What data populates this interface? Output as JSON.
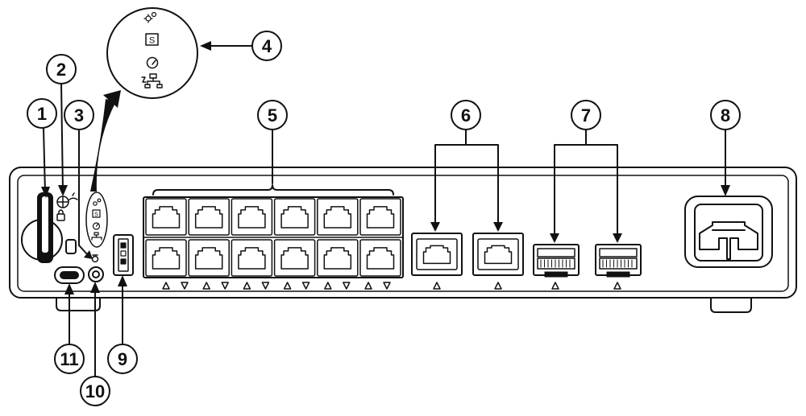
{
  "callouts": [
    {
      "id": 1,
      "label": "1"
    },
    {
      "id": 2,
      "label": "2"
    },
    {
      "id": 3,
      "label": "3"
    },
    {
      "id": 4,
      "label": "4"
    },
    {
      "id": 5,
      "label": "5"
    },
    {
      "id": 6,
      "label": "6"
    },
    {
      "id": 7,
      "label": "7"
    },
    {
      "id": 8,
      "label": "8"
    },
    {
      "id": 9,
      "label": "9"
    },
    {
      "id": 10,
      "label": "10"
    },
    {
      "id": 11,
      "label": "11"
    }
  ],
  "led_icons": [
    "gear-led-icon",
    "s-box-led-icon",
    "gauge-led-icon",
    "network-led-icon"
  ],
  "rj45_port_rows": 2,
  "rj45_port_columns": 6,
  "uplink_rj45_ports": 2,
  "sfp_ports": 2,
  "colors": {
    "line": "#111111",
    "panel": "#ffffff",
    "fill_dark": "#111111"
  }
}
